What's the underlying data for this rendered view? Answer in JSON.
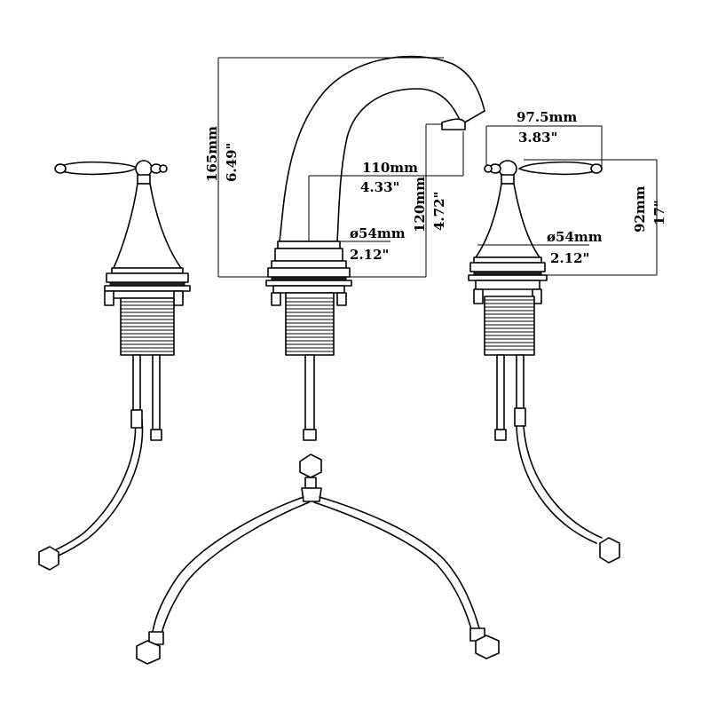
{
  "dimensions": {
    "spout_height_mm": "165mm",
    "spout_height_in": "6.49\"",
    "spout_reach_mm": "110mm",
    "spout_reach_in": "4.33\"",
    "spout_clearance_mm": "120mm",
    "spout_clearance_in": "4.72\"",
    "spout_base_dia_mm": "ø54mm",
    "spout_base_dia_in": "2.12\"",
    "handle_length_mm": "97.5mm",
    "handle_length_in": "3.83\"",
    "handle_height_mm": "92mm",
    "handle_height_in": "17\"",
    "handle_base_dia_mm": "ø54mm",
    "handle_base_dia_in": "2.12\""
  }
}
